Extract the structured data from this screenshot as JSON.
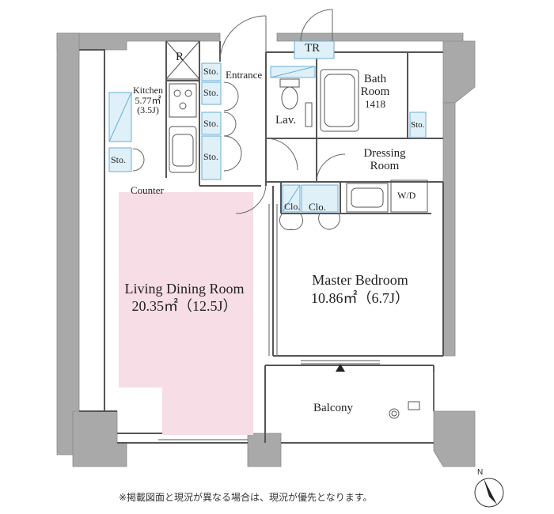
{
  "colors": {
    "wall": "#a9a9a9",
    "line": "#555555",
    "living_fill": "#f7dde6",
    "fixture_fill": "#dff0f8",
    "fixture_line": "#6aaed6"
  },
  "labels": {
    "refrigerator": "R",
    "trunk_room": "TR",
    "storage": "Sto.",
    "entrance": "Entrance",
    "kitchen_name": "Kitchen",
    "kitchen_area": "5.77㎡",
    "kitchen_tatami": "(3.5J)",
    "lavatory": "Lav.",
    "bath_line1": "Bath",
    "bath_line2": "Room",
    "bath_size": "1418",
    "dressing_line1": "Dressing",
    "dressing_line2": "Room",
    "counter": "Counter",
    "closet": "Clo.",
    "washer": "W/D",
    "living_name": "Living Dining Room",
    "living_area": "20.35㎡（12.5J）",
    "bedroom_name": "Master Bedroom",
    "bedroom_area": "10.86㎡（6.7J）",
    "balcony": "Balcony",
    "compass_north": "N"
  },
  "footnote": "※掲載図面と現況が異なる場合は、現況が優先となります。"
}
